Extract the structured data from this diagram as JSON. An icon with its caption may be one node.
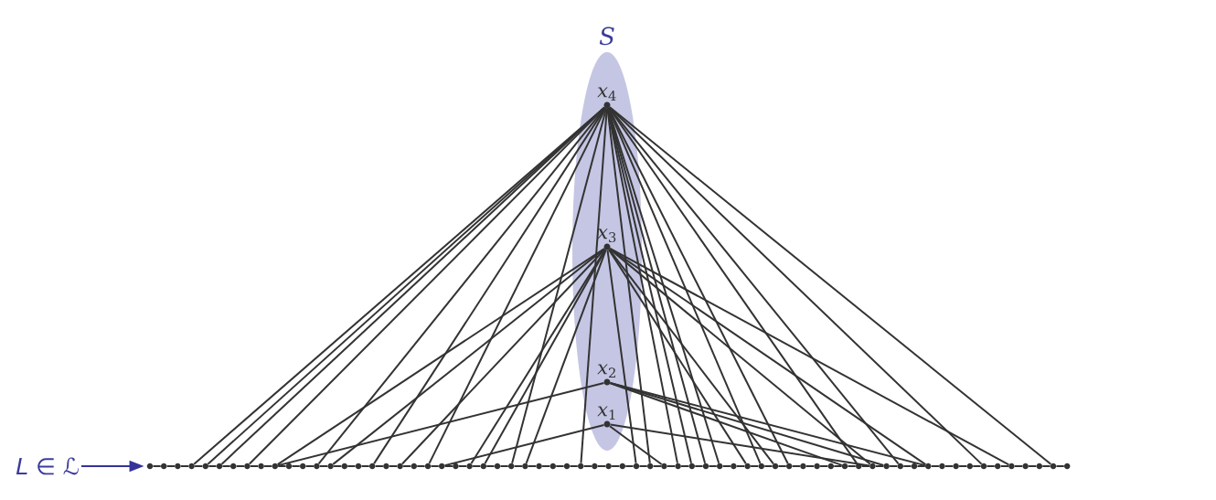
{
  "diagram": {
    "nodes": [
      {
        "text": [
          "S"
        ]
      },
      {
        "text": [
          "*x*$_{4}$"
        ],
        "in": 0
      },
      {
        "text": [
          "*x*$_{3}$"
        ],
        "in": 0
      },
      {
        "text": [
          "*x*$_{2}$"
        ],
        "in": 0
      },
      {
        "text": [
          "*x*$_{1}$"
        ],
        "in": 0
      },
      {
        "text": [
          "*L* ∈ ℒ"
        ]
      },
      {
        "text": [],
        "shape": "circle"
      },
      {
        "text": [],
        "shape": "circle"
      },
      {
        "text": [],
        "shape": "circle"
      },
      {
        "text": [],
        "shape": "circle"
      },
      {
        "text": [],
        "shape": "circle"
      },
      {
        "text": [],
        "shape": "circle"
      },
      {
        "text": [],
        "shape": "circle"
      },
      {
        "text": [],
        "shape": "circle"
      },
      {
        "text": [],
        "shape": "circle"
      },
      {
        "text": [],
        "shape": "circle"
      },
      {
        "text": [],
        "shape": "circle"
      },
      {
        "text": [],
        "shape": "circle"
      },
      {
        "text": [],
        "shape": "circle"
      },
      {
        "text": [],
        "shape": "circle"
      },
      {
        "text": [],
        "shape": "circle"
      },
      {
        "text": [],
        "shape": "circle"
      },
      {
        "text": [],
        "shape": "circle"
      },
      {
        "text": [],
        "shape": "circle"
      },
      {
        "text": [],
        "shape": "circle"
      },
      {
        "text": [],
        "shape": "circle"
      },
      {
        "text": [],
        "shape": "circle"
      },
      {
        "text": [],
        "shape": "circle"
      },
      {
        "text": [],
        "shape": "circle"
      },
      {
        "text": [],
        "shape": "circle"
      },
      {
        "text": [],
        "shape": "circle"
      },
      {
        "text": [],
        "shape": "circle"
      },
      {
        "text": [],
        "shape": "circle"
      },
      {
        "text": [],
        "shape": "circle"
      },
      {
        "text": [],
        "shape": "circle"
      },
      {
        "text": [],
        "shape": "circle"
      },
      {
        "text": [],
        "shape": "circle"
      },
      {
        "text": [],
        "shape": "circle"
      },
      {
        "text": [],
        "shape": "circle"
      },
      {
        "text": [],
        "shape": "circle"
      },
      {
        "text": [],
        "shape": "circle"
      },
      {
        "text": [],
        "shape": "circle"
      },
      {
        "text": [],
        "shape": "circle"
      },
      {
        "text": [],
        "shape": "circle"
      },
      {
        "text": [],
        "shape": "circle"
      },
      {
        "text": [],
        "shape": "circle"
      },
      {
        "text": [],
        "shape": "circle"
      },
      {
        "text": [],
        "shape": "circle"
      },
      {
        "text": [],
        "shape": "circle"
      },
      {
        "text": [],
        "shape": "circle"
      },
      {
        "text": [],
        "shape": "circle"
      },
      {
        "text": [],
        "shape": "circle"
      },
      {
        "text": [],
        "shape": "circle"
      },
      {
        "text": [],
        "shape": "circle"
      },
      {
        "text": [],
        "shape": "circle"
      },
      {
        "text": [],
        "shape": "circle"
      },
      {
        "text": [],
        "shape": "circle"
      },
      {
        "text": [],
        "shape": "circle"
      },
      {
        "text": [],
        "shape": "circle"
      },
      {
        "text": [],
        "shape": "circle"
      },
      {
        "text": [],
        "shape": "circle"
      },
      {
        "text": [],
        "shape": "circle"
      },
      {
        "text": [],
        "shape": "circle"
      },
      {
        "text": [],
        "shape": "circle"
      },
      {
        "text": [],
        "shape": "circle"
      },
      {
        "text": [],
        "shape": "circle"
      },
      {
        "text": [],
        "shape": "circle"
      },
      {
        "text": [],
        "shape": "circle"
      },
      {
        "text": [],
        "shape": "circle"
      },
      {
        "text": [],
        "shape": "circle"
      },
      {
        "text": [],
        "shape": "circle"
      },
      {
        "text": [],
        "shape": "circle"
      },
      {
        "text": [],
        "shape": "circle"
      }
    ],
    "edges": [
      {
        "from": 5,
        "to": 6,
        "arrow": "to",
        "color": "#333399"
      },
      {
        "from": 6,
        "to": 7,
        "arrow": "none"
      },
      {
        "from": 7,
        "to": 8,
        "arrow": "none"
      },
      {
        "from": 8,
        "to": 9,
        "arrow": "none"
      },
      {
        "from": 9,
        "to": 10,
        "arrow": "none"
      },
      {
        "from": 10,
        "to": 11,
        "arrow": "none"
      },
      {
        "from": 11,
        "to": 12,
        "arrow": "none"
      },
      {
        "from": 12,
        "to": 13,
        "arrow": "none"
      },
      {
        "from": 13,
        "to": 14,
        "arrow": "none"
      },
      {
        "from": 14,
        "to": 15,
        "arrow": "none"
      },
      {
        "from": 15,
        "to": 16,
        "arrow": "none"
      },
      {
        "from": 16,
        "to": 17,
        "arrow": "none"
      },
      {
        "from": 17,
        "to": 18,
        "arrow": "none"
      },
      {
        "from": 18,
        "to": 19,
        "arrow": "none"
      },
      {
        "from": 19,
        "to": 20,
        "arrow": "none"
      },
      {
        "from": 20,
        "to": 21,
        "arrow": "none"
      },
      {
        "from": 21,
        "to": 22,
        "arrow": "none"
      },
      {
        "from": 22,
        "to": 23,
        "arrow": "none"
      },
      {
        "from": 23,
        "to": 24,
        "arrow": "none"
      },
      {
        "from": 24,
        "to": 25,
        "arrow": "none"
      },
      {
        "from": 25,
        "to": 26,
        "arrow": "none"
      },
      {
        "from": 26,
        "to": 27,
        "arrow": "none"
      },
      {
        "from": 27,
        "to": 28,
        "arrow": "none"
      },
      {
        "from": 28,
        "to": 29,
        "arrow": "none"
      },
      {
        "from": 29,
        "to": 30,
        "arrow": "none"
      },
      {
        "from": 30,
        "to": 31,
        "arrow": "none"
      },
      {
        "from": 31,
        "to": 32,
        "arrow": "none"
      },
      {
        "from": 32,
        "to": 33,
        "arrow": "none"
      },
      {
        "from": 33,
        "to": 34,
        "arrow": "none"
      },
      {
        "from": 34,
        "to": 35,
        "arrow": "none"
      },
      {
        "from": 35,
        "to": 36,
        "arrow": "none"
      },
      {
        "from": 36,
        "to": 37,
        "arrow": "none"
      },
      {
        "from": 37,
        "to": 38,
        "arrow": "none"
      },
      {
        "from": 38,
        "to": 39,
        "arrow": "none"
      },
      {
        "from": 39,
        "to": 40,
        "arrow": "none"
      },
      {
        "from": 40,
        "to": 41,
        "arrow": "none"
      },
      {
        "from": 41,
        "to": 42,
        "arrow": "none"
      },
      {
        "from": 42,
        "to": 43,
        "arrow": "none"
      },
      {
        "from": 43,
        "to": 44,
        "arrow": "none"
      },
      {
        "from": 44,
        "to": 45,
        "arrow": "none"
      },
      {
        "from": 45,
        "to": 46,
        "arrow": "none"
      },
      {
        "from": 46,
        "to": 47,
        "arrow": "none"
      },
      {
        "from": 47,
        "to": 48,
        "arrow": "none"
      },
      {
        "from": 48,
        "to": 49,
        "arrow": "none"
      },
      {
        "from": 49,
        "to": 50,
        "arrow": "none"
      },
      {
        "from": 50,
        "to": 51,
        "arrow": "none"
      },
      {
        "from": 51,
        "to": 52,
        "arrow": "none"
      },
      {
        "from": 52,
        "to": 53,
        "arrow": "none"
      },
      {
        "from": 53,
        "to": 54,
        "arrow": "none"
      },
      {
        "from": 54,
        "to": 55,
        "arrow": "none"
      },
      {
        "from": 55,
        "to": 56,
        "arrow": "none"
      },
      {
        "from": 56,
        "to": 57,
        "arrow": "none"
      },
      {
        "from": 57,
        "to": 58,
        "arrow": "none"
      },
      {
        "from": 58,
        "to": 59,
        "arrow": "none"
      },
      {
        "from": 59,
        "to": 60,
        "arrow": "none"
      },
      {
        "from": 60,
        "to": 61,
        "arrow": "none"
      },
      {
        "from": 61,
        "to": 62,
        "arrow": "none"
      },
      {
        "from": 62,
        "to": 63,
        "arrow": "none"
      },
      {
        "from": 63,
        "to": 64,
        "arrow": "none"
      },
      {
        "from": 64,
        "to": 65,
        "arrow": "none"
      },
      {
        "from": 65,
        "to": 66,
        "arrow": "none"
      },
      {
        "from": 66,
        "to": 67,
        "arrow": "none"
      },
      {
        "from": 67,
        "to": 68,
        "arrow": "none"
      },
      {
        "from": 68,
        "to": 69,
        "arrow": "none"
      },
      {
        "from": 69,
        "to": 70,
        "arrow": "none"
      },
      {
        "from": 70,
        "to": 71,
        "arrow": "none"
      },
      {
        "from": 71,
        "to": 72,
        "arrow": "none"
      },
      {
        "from": 1,
        "to": 9,
        "arrow": "none"
      },
      {
        "from": 1,
        "to": 10,
        "arrow": "none"
      },
      {
        "from": 1,
        "to": 11,
        "arrow": "none"
      },
      {
        "from": 1,
        "to": 13,
        "arrow": "none"
      },
      {
        "from": 1,
        "to": 18,
        "arrow": "none"
      },
      {
        "from": 1,
        "to": 22,
        "arrow": "none"
      },
      {
        "from": 1,
        "to": 26,
        "arrow": "none"
      },
      {
        "from": 1,
        "to": 32,
        "arrow": "none"
      },
      {
        "from": 1,
        "to": 37,
        "arrow": "none"
      },
      {
        "from": 1,
        "to": 42,
        "arrow": "none"
      },
      {
        "from": 1,
        "to": 44,
        "arrow": "none"
      },
      {
        "from": 1,
        "to": 45,
        "arrow": "none"
      },
      {
        "from": 1,
        "to": 46,
        "arrow": "none"
      },
      {
        "from": 1,
        "to": 47,
        "arrow": "none"
      },
      {
        "from": 1,
        "to": 50,
        "arrow": "none"
      },
      {
        "from": 1,
        "to": 52,
        "arrow": "none"
      },
      {
        "from": 1,
        "to": 57,
        "arrow": "none"
      },
      {
        "from": 1,
        "to": 60,
        "arrow": "none"
      },
      {
        "from": 1,
        "to": 66,
        "arrow": "none"
      },
      {
        "from": 1,
        "to": 71,
        "arrow": "none"
      },
      {
        "from": 2,
        "to": 15,
        "arrow": "none"
      },
      {
        "from": 2,
        "to": 19,
        "arrow": "none"
      },
      {
        "from": 2,
        "to": 24,
        "arrow": "none"
      },
      {
        "from": 2,
        "to": 29,
        "arrow": "none"
      },
      {
        "from": 2,
        "to": 30,
        "arrow": "none"
      },
      {
        "from": 2,
        "to": 33,
        "arrow": "none"
      },
      {
        "from": 2,
        "to": 41,
        "arrow": "none"
      },
      {
        "from": 2,
        "to": 49,
        "arrow": "none"
      },
      {
        "from": 2,
        "to": 51,
        "arrow": "none"
      },
      {
        "from": 2,
        "to": 58,
        "arrow": "none"
      },
      {
        "from": 2,
        "to": 62,
        "arrow": "none"
      },
      {
        "from": 2,
        "to": 68,
        "arrow": "none"
      },
      {
        "from": 3,
        "to": 15,
        "arrow": "none"
      },
      {
        "from": 3,
        "to": 56,
        "arrow": "none"
      },
      {
        "from": 3,
        "to": 59,
        "arrow": "none"
      },
      {
        "from": 3,
        "to": 62,
        "arrow": "none"
      },
      {
        "from": 4,
        "to": 27,
        "arrow": "none"
      },
      {
        "from": 4,
        "to": 43,
        "arrow": "none"
      },
      {
        "from": 4,
        "to": 58,
        "arrow": "none"
      }
    ]
  }
}
